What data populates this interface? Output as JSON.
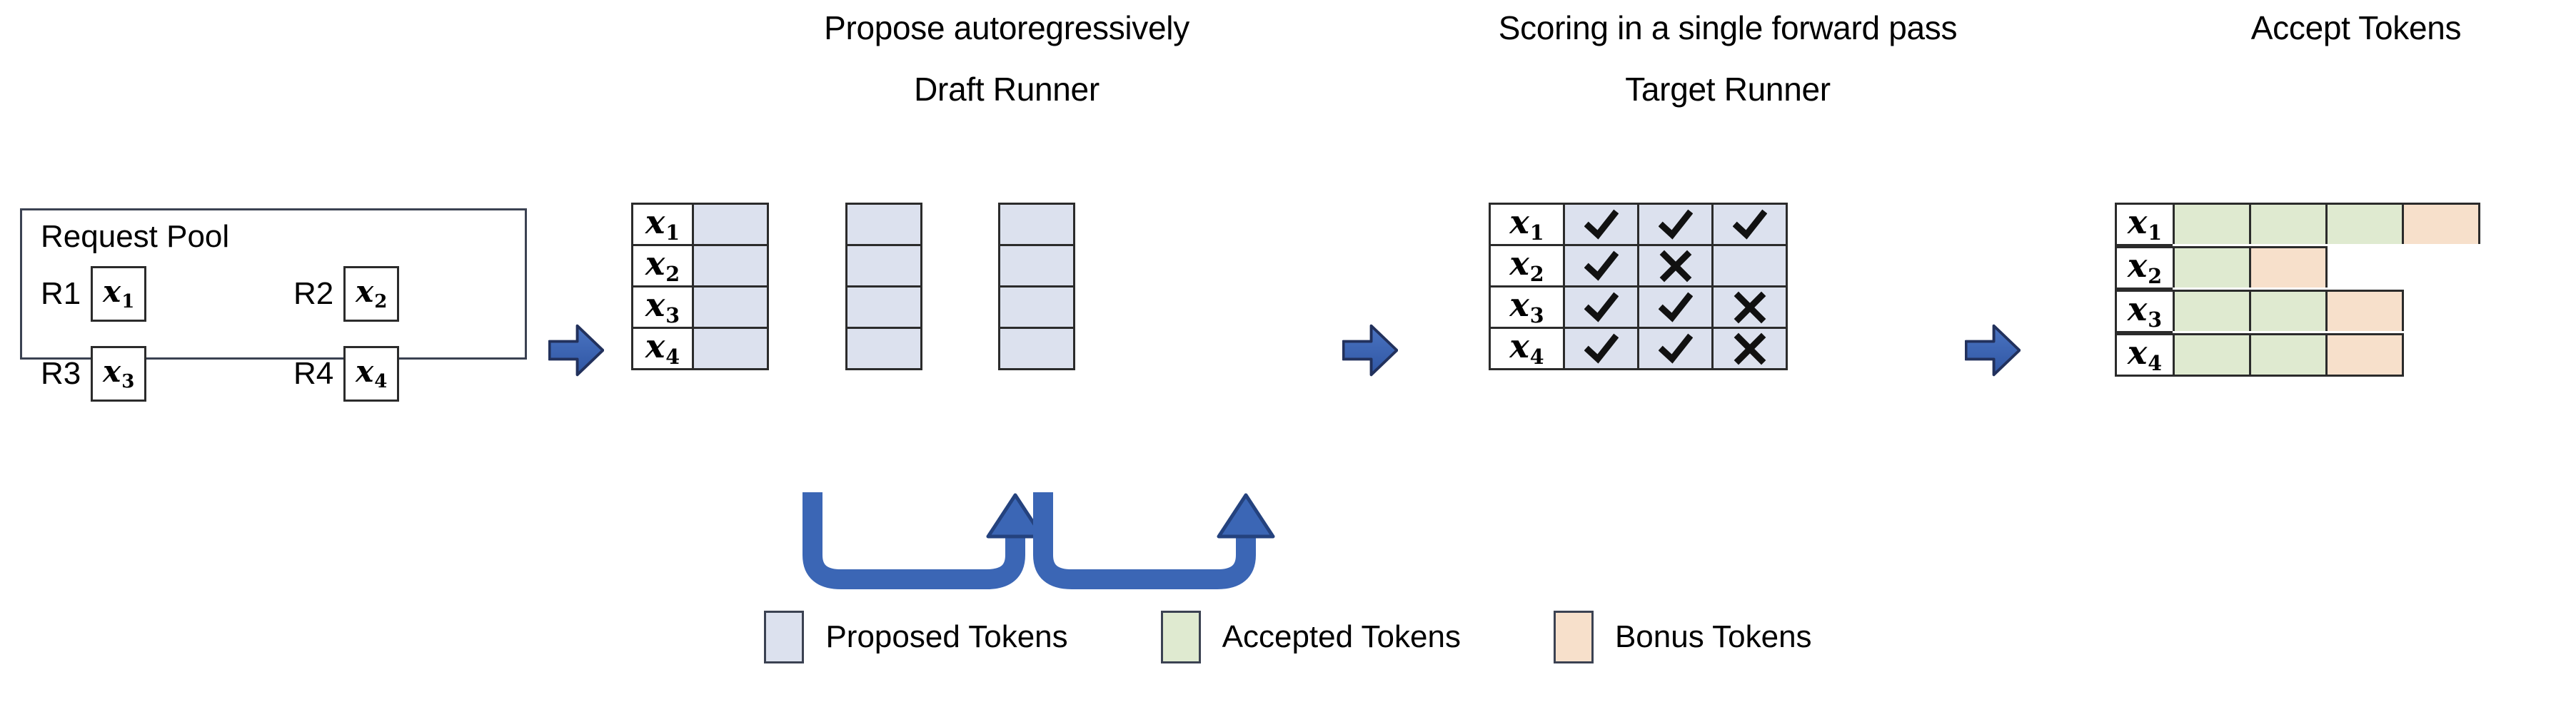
{
  "stages": [
    {
      "id": "request-pool",
      "caption": "",
      "subcaption": "",
      "box_title": "Request Pool"
    },
    {
      "id": "draft-runner",
      "caption": "Propose autoregressively",
      "subcaption": "Draft Runner"
    },
    {
      "id": "target-runner",
      "caption": "Scoring in a single forward pass",
      "subcaption": "Target Runner"
    },
    {
      "id": "accept-tokens",
      "caption": "Accept Tokens",
      "subcaption": ""
    }
  ],
  "titles": {
    "propose": "Propose autoregressively",
    "draft_runner": "Draft Runner",
    "scoring": "Scoring in a single forward pass",
    "target_runner": "Target Runner",
    "accept_tokens": "Accept Tokens"
  },
  "request_pool": {
    "title": "Request Pool",
    "requests": [
      {
        "label": "R1",
        "token": "x",
        "sub": "1"
      },
      {
        "label": "R2",
        "token": "x",
        "sub": "2"
      },
      {
        "label": "R3",
        "token": "x",
        "sub": "3"
      },
      {
        "label": "R4",
        "token": "x",
        "sub": "4"
      }
    ]
  },
  "row_labels": [
    {
      "token": "x",
      "sub": "1"
    },
    {
      "token": "x",
      "sub": "2"
    },
    {
      "token": "x",
      "sub": "3"
    },
    {
      "token": "x",
      "sub": "4"
    }
  ],
  "draft_runner": {
    "step_count": 3,
    "row_count": 4,
    "cell_state": "proposed",
    "loop_arrows": 2,
    "loop_arrow_name": "autoregressive-loop-arrow"
  },
  "target_runner": {
    "columns": 3,
    "rows": [
      {
        "label": {
          "token": "x",
          "sub": "1"
        },
        "marks": [
          "check",
          "check",
          "check"
        ]
      },
      {
        "label": {
          "token": "x",
          "sub": "2"
        },
        "marks": [
          "check",
          "cross",
          "none"
        ]
      },
      {
        "label": {
          "token": "x",
          "sub": "3"
        },
        "marks": [
          "check",
          "check",
          "cross"
        ]
      },
      {
        "label": {
          "token": "x",
          "sub": "4"
        },
        "marks": [
          "check",
          "check",
          "cross"
        ]
      }
    ]
  },
  "accept_tokens": {
    "rows": [
      {
        "label": {
          "token": "x",
          "sub": "1"
        },
        "cells": [
          "accepted",
          "accepted",
          "accepted",
          "bonus"
        ]
      },
      {
        "label": {
          "token": "x",
          "sub": "2"
        },
        "cells": [
          "accepted",
          "bonus"
        ]
      },
      {
        "label": {
          "token": "x",
          "sub": "3"
        },
        "cells": [
          "accepted",
          "accepted",
          "bonus"
        ]
      },
      {
        "label": {
          "token": "x",
          "sub": "4"
        },
        "cells": [
          "accepted",
          "accepted",
          "bonus"
        ]
      }
    ]
  },
  "legend": [
    {
      "label": "Proposed Tokens",
      "color": "#dce1ee",
      "swatch_name": "proposed-token-swatch"
    },
    {
      "label": "Accepted Tokens",
      "color": "#dfead0",
      "swatch_name": "accepted-token-swatch"
    },
    {
      "label": "Bonus Tokens",
      "color": "#f7e0cb",
      "swatch_name": "bonus-token-swatch"
    }
  ],
  "colors": {
    "proposed": "#dce1ee",
    "accepted": "#dfead0",
    "bonus": "#f7e0cb",
    "arrow_blue": "#3b66b5",
    "arrow_blue_dark": "#24427e",
    "border": "#2b2b2b",
    "background": "#ffffff"
  },
  "arrows": [
    {
      "name": "flow-arrow-pool-to-draft",
      "direction": "right"
    },
    {
      "name": "flow-arrow-draft-to-target",
      "direction": "right"
    },
    {
      "name": "flow-arrow-target-to-accept",
      "direction": "right"
    }
  ]
}
